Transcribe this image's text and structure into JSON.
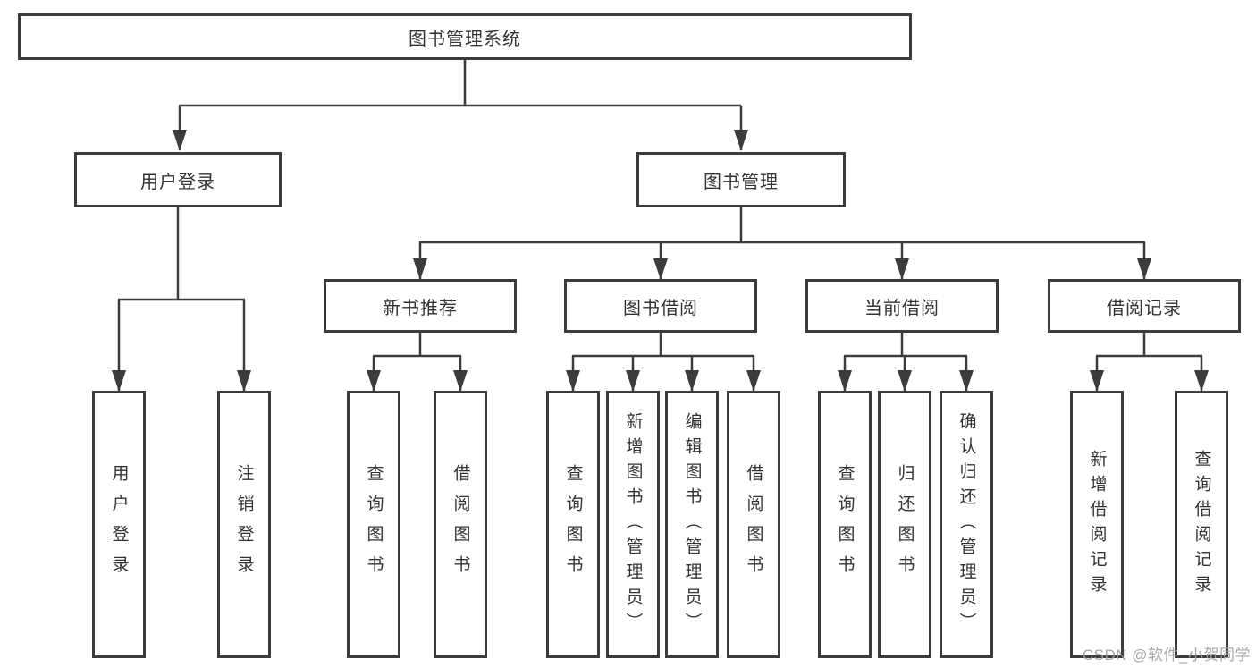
{
  "tree": {
    "root": "图书管理系统",
    "user_login": {
      "label": "用户登录",
      "children": [
        "用户登录",
        "注销登录"
      ]
    },
    "book_mgmt": {
      "label": "图书管理",
      "groups": [
        {
          "label": "新书推荐",
          "children": [
            "查询图书",
            "借阅图书"
          ]
        },
        {
          "label": "图书借阅",
          "children": [
            "查询图书",
            "新增图书（管理员）",
            "编辑图书（管理员）",
            "借阅图书"
          ]
        },
        {
          "label": "当前借阅",
          "children": [
            "查询图书",
            "归还图书",
            "确认归还（管理员）"
          ]
        },
        {
          "label": "借阅记录",
          "children": [
            "新增借阅记录",
            "查询借阅记录"
          ]
        }
      ]
    }
  },
  "watermark": "CSDN @软件_小贺同学",
  "colors": {
    "line": "#3c3c3c",
    "text": "#333333",
    "watermark": "#9e9e9e",
    "background": "#ffffff"
  }
}
